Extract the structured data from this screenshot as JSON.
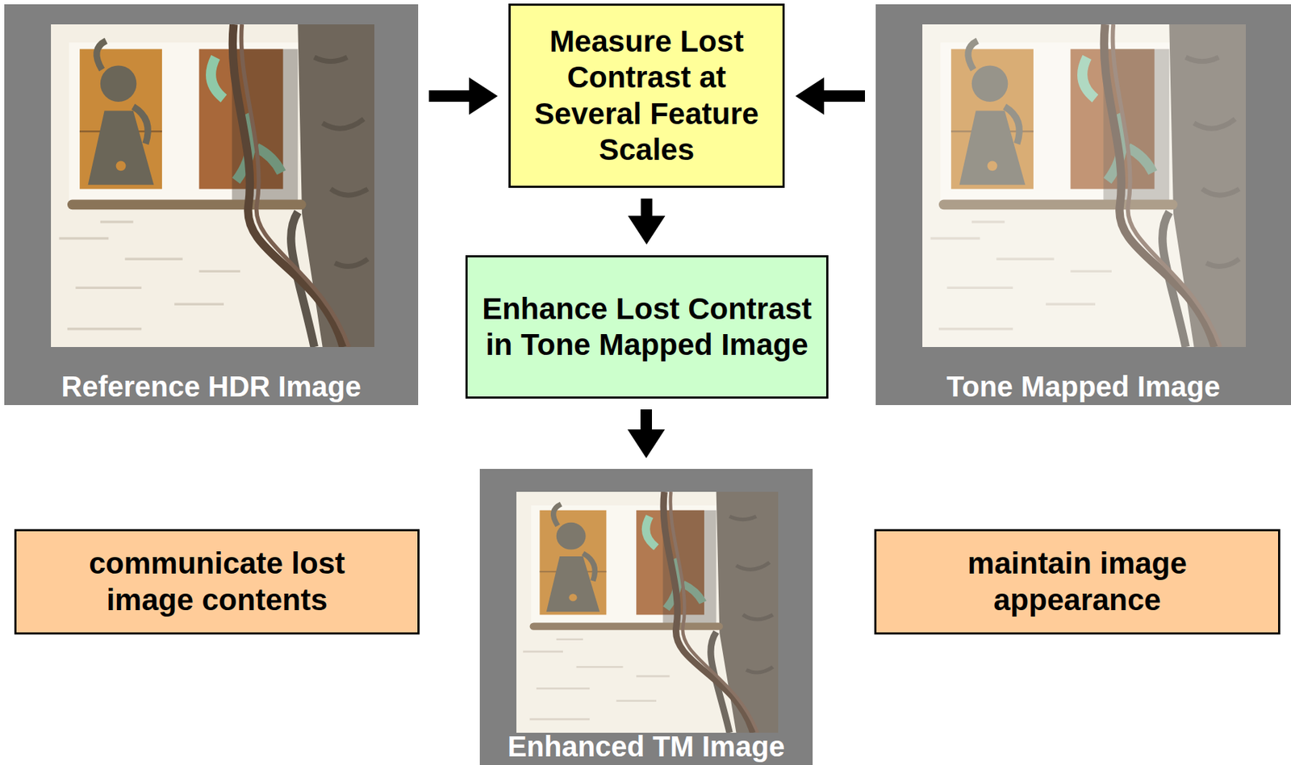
{
  "diagram": {
    "nodes": [
      {
        "text": [
          "Reference HDR Image"
        ]
      },
      {
        "text": [
          "Measure Lost Contrast at Several Feature Scales"
        ]
      },
      {
        "text": [
          "Tone Mapped Image"
        ]
      },
      {
        "text": [
          "Enhance Lost Contrast in Tone Mapped Image"
        ]
      },
      {
        "text": [
          "communicate lost image contents"
        ]
      },
      {
        "text": [
          "Enhanced TM Image"
        ]
      },
      {
        "text": [
          "maintain image appearance"
        ]
      }
    ],
    "edges": [
      {
        "from": 0,
        "to": 1,
        "arrow": "to"
      },
      {
        "from": 2,
        "to": 1,
        "arrow": "to"
      },
      {
        "from": 1,
        "to": 3,
        "arrow": "to"
      },
      {
        "from": 3,
        "to": 5,
        "arrow": "to"
      }
    ]
  }
}
